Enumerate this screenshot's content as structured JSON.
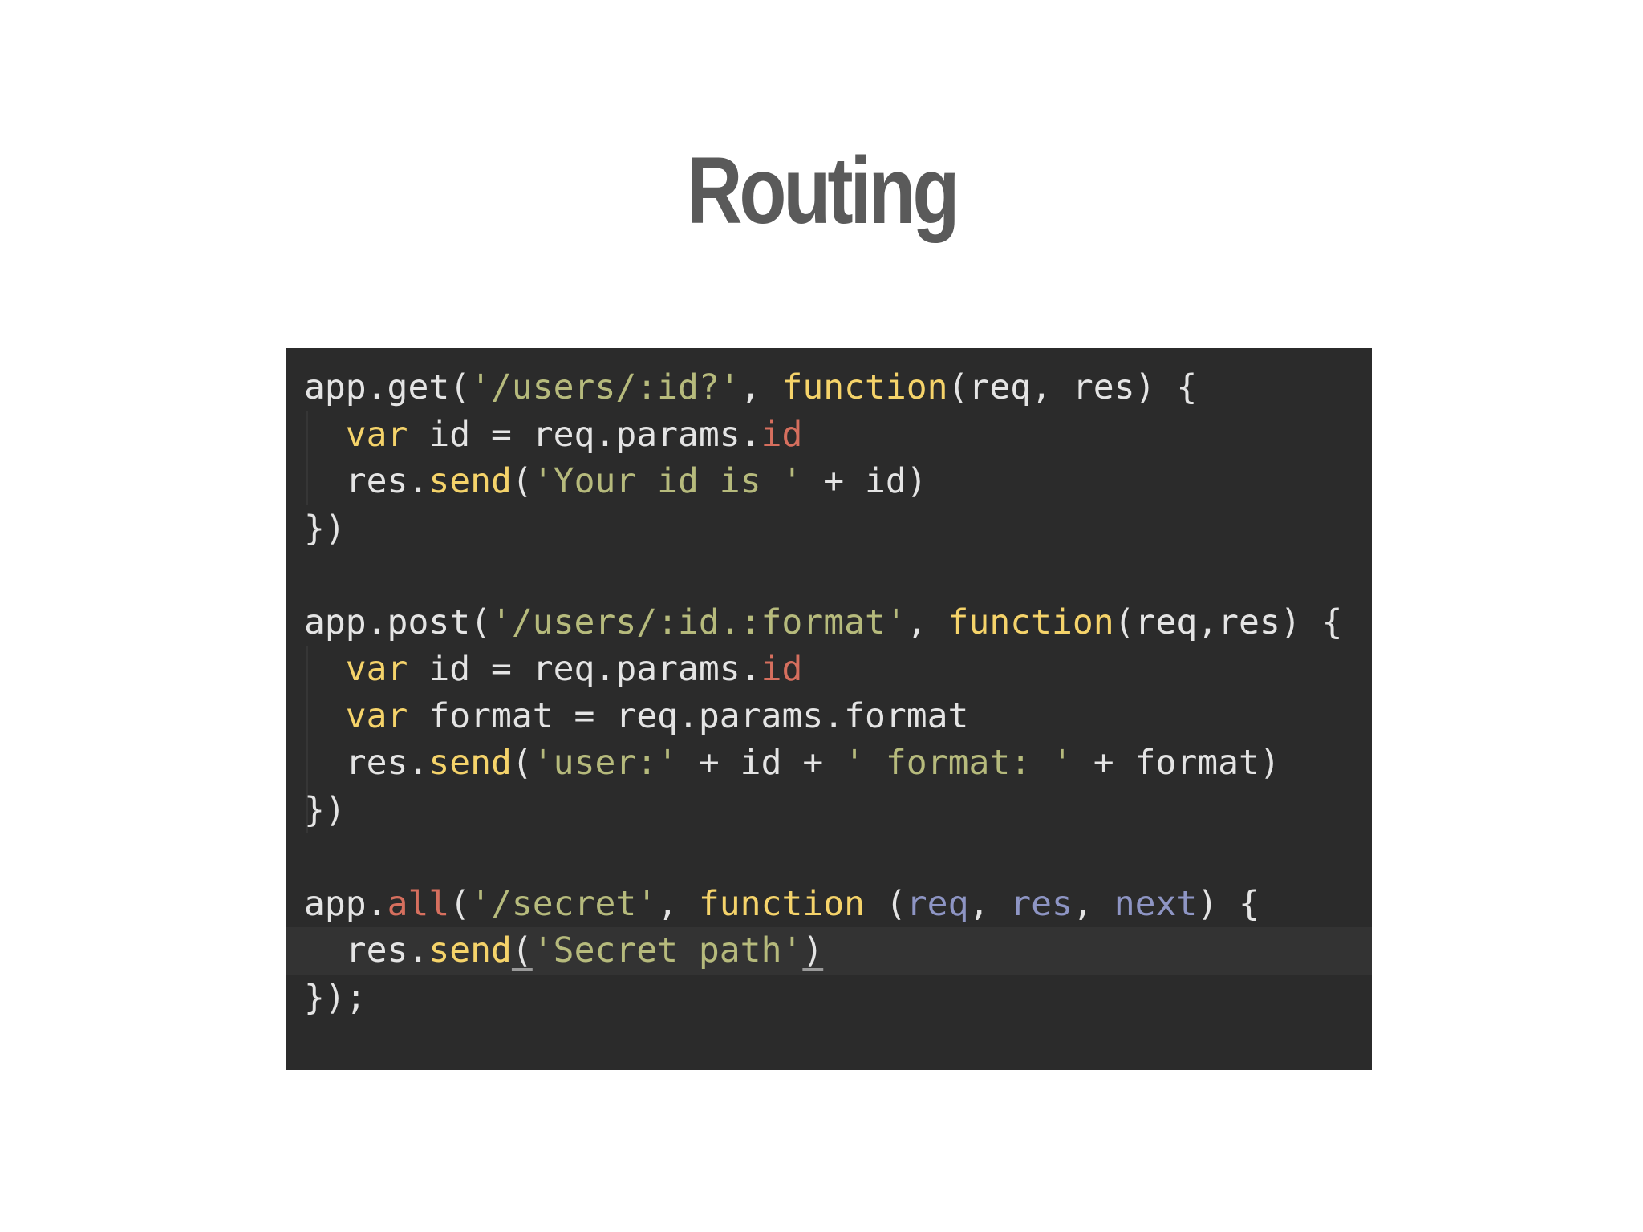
{
  "slide": {
    "title": "Routing"
  },
  "colors": {
    "background": "#ffffff",
    "title": "#5a5a5a",
    "code_background": "#2b2b2b",
    "code_plain": "#e4e4e4",
    "code_string": "#b6ba7c",
    "code_keyword": "#f5d36a",
    "code_property": "#d66f5e",
    "code_parameter": "#8e95c4"
  },
  "code": {
    "language": "javascript",
    "lines": [
      [
        {
          "text": "app.get(",
          "type": "plain"
        },
        {
          "text": "'/users/:id?'",
          "type": "string"
        },
        {
          "text": ", ",
          "type": "plain"
        },
        {
          "text": "function",
          "type": "keyword"
        },
        {
          "text": "(req, res) {",
          "type": "plain"
        }
      ],
      [
        {
          "text": "  ",
          "type": "plain"
        },
        {
          "text": "var",
          "type": "keyword"
        },
        {
          "text": " id = req.params.",
          "type": "plain"
        },
        {
          "text": "id",
          "type": "prop"
        }
      ],
      [
        {
          "text": "  res.",
          "type": "plain"
        },
        {
          "text": "send",
          "type": "method"
        },
        {
          "text": "(",
          "type": "plain"
        },
        {
          "text": "'Your id is '",
          "type": "string"
        },
        {
          "text": " + id)",
          "type": "plain"
        }
      ],
      [
        {
          "text": "})",
          "type": "plain"
        }
      ],
      [],
      [
        {
          "text": "app.post(",
          "type": "plain"
        },
        {
          "text": "'/users/:id.:format'",
          "type": "string"
        },
        {
          "text": ", ",
          "type": "plain"
        },
        {
          "text": "function",
          "type": "keyword"
        },
        {
          "text": "(req,res) {",
          "type": "plain"
        }
      ],
      [
        {
          "text": "  ",
          "type": "plain"
        },
        {
          "text": "var",
          "type": "keyword"
        },
        {
          "text": " id = req.params.",
          "type": "plain"
        },
        {
          "text": "id",
          "type": "prop"
        }
      ],
      [
        {
          "text": "  ",
          "type": "plain"
        },
        {
          "text": "var",
          "type": "keyword"
        },
        {
          "text": " format = req.params.format",
          "type": "plain"
        }
      ],
      [
        {
          "text": "  res.",
          "type": "plain"
        },
        {
          "text": "send",
          "type": "method"
        },
        {
          "text": "(",
          "type": "plain"
        },
        {
          "text": "'user:'",
          "type": "string"
        },
        {
          "text": " + id + ",
          "type": "plain"
        },
        {
          "text": "' format: '",
          "type": "string"
        },
        {
          "text": " + format)",
          "type": "plain"
        }
      ],
      [
        {
          "text": "})",
          "type": "plain"
        }
      ],
      [],
      [
        {
          "text": "app.",
          "type": "plain"
        },
        {
          "text": "all",
          "type": "prop"
        },
        {
          "text": "(",
          "type": "plain"
        },
        {
          "text": "'/secret'",
          "type": "string"
        },
        {
          "text": ", ",
          "type": "plain"
        },
        {
          "text": "function",
          "type": "keyword"
        },
        {
          "text": " (",
          "type": "plain"
        },
        {
          "text": "req",
          "type": "param"
        },
        {
          "text": ", ",
          "type": "plain"
        },
        {
          "text": "res",
          "type": "param"
        },
        {
          "text": ", ",
          "type": "plain"
        },
        {
          "text": "next",
          "type": "param"
        },
        {
          "text": ") {",
          "type": "plain"
        }
      ],
      [
        {
          "text": "  res.",
          "type": "plain"
        },
        {
          "text": "send",
          "type": "method"
        },
        {
          "text": "(",
          "type": "plain",
          "underline": true
        },
        {
          "text": "'Secret path'",
          "type": "string"
        },
        {
          "text": ")",
          "type": "plain",
          "underline": true
        }
      ],
      [
        {
          "text": "});",
          "type": "plain"
        }
      ]
    ],
    "highlighted_line": 12
  }
}
